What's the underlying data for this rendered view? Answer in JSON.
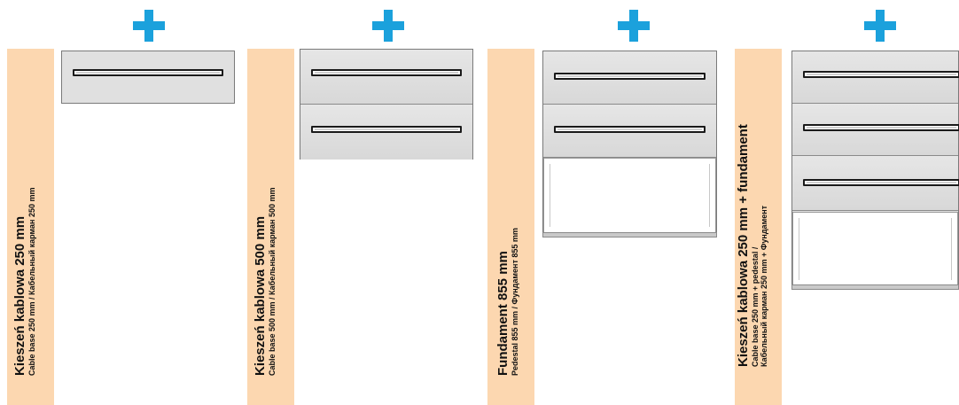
{
  "panels": [
    {
      "title": "Kieszeń kablowa 250 mm",
      "subtitle_lines": [
        "Cable base  250 mm / Кабельный карман 250 mm"
      ]
    },
    {
      "title": "Kieszeń kablowa 500 mm",
      "subtitle_lines": [
        "Cable base  500 mm / Кабельный карман 500 mm"
      ]
    },
    {
      "title": "Fundament 855 mm",
      "subtitle_lines": [
        "Pedestal  855 mm / Фундамент 855 mm"
      ]
    },
    {
      "title": "Kieszeń kablowa 250 mm + fundament",
      "subtitle_lines": [
        "Cable base  250 mm + pedestal /",
        "Кабельный карман  250 mm + Фундамент"
      ]
    }
  ],
  "icons": [
    "plus-icon",
    "plus-icon",
    "plus-icon",
    "plus-icon"
  ],
  "colors": {
    "plus": "#1ba1dc",
    "band": "#fcd7b0",
    "module": "#e0e0e0",
    "outline": "#7a7a7a"
  }
}
